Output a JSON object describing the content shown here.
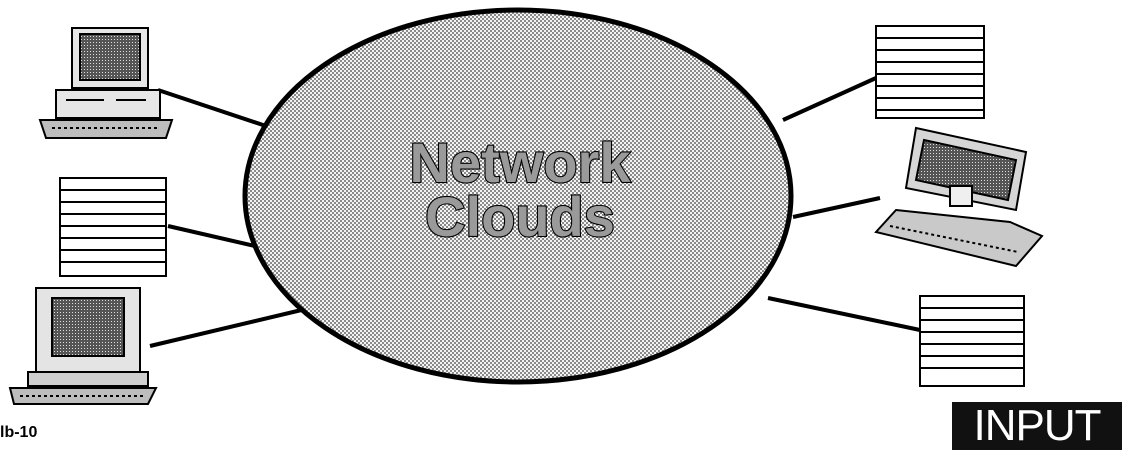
{
  "diagram": {
    "cloud_label_line1": "Network",
    "cloud_label_line2": "Clouds"
  },
  "figure_id": "lb-10",
  "brand": {
    "logo_text": "INPUT"
  },
  "colors": {
    "cloud_fill": "#c8c8c8",
    "ink": "#000000",
    "badge_bg": "#111111"
  }
}
